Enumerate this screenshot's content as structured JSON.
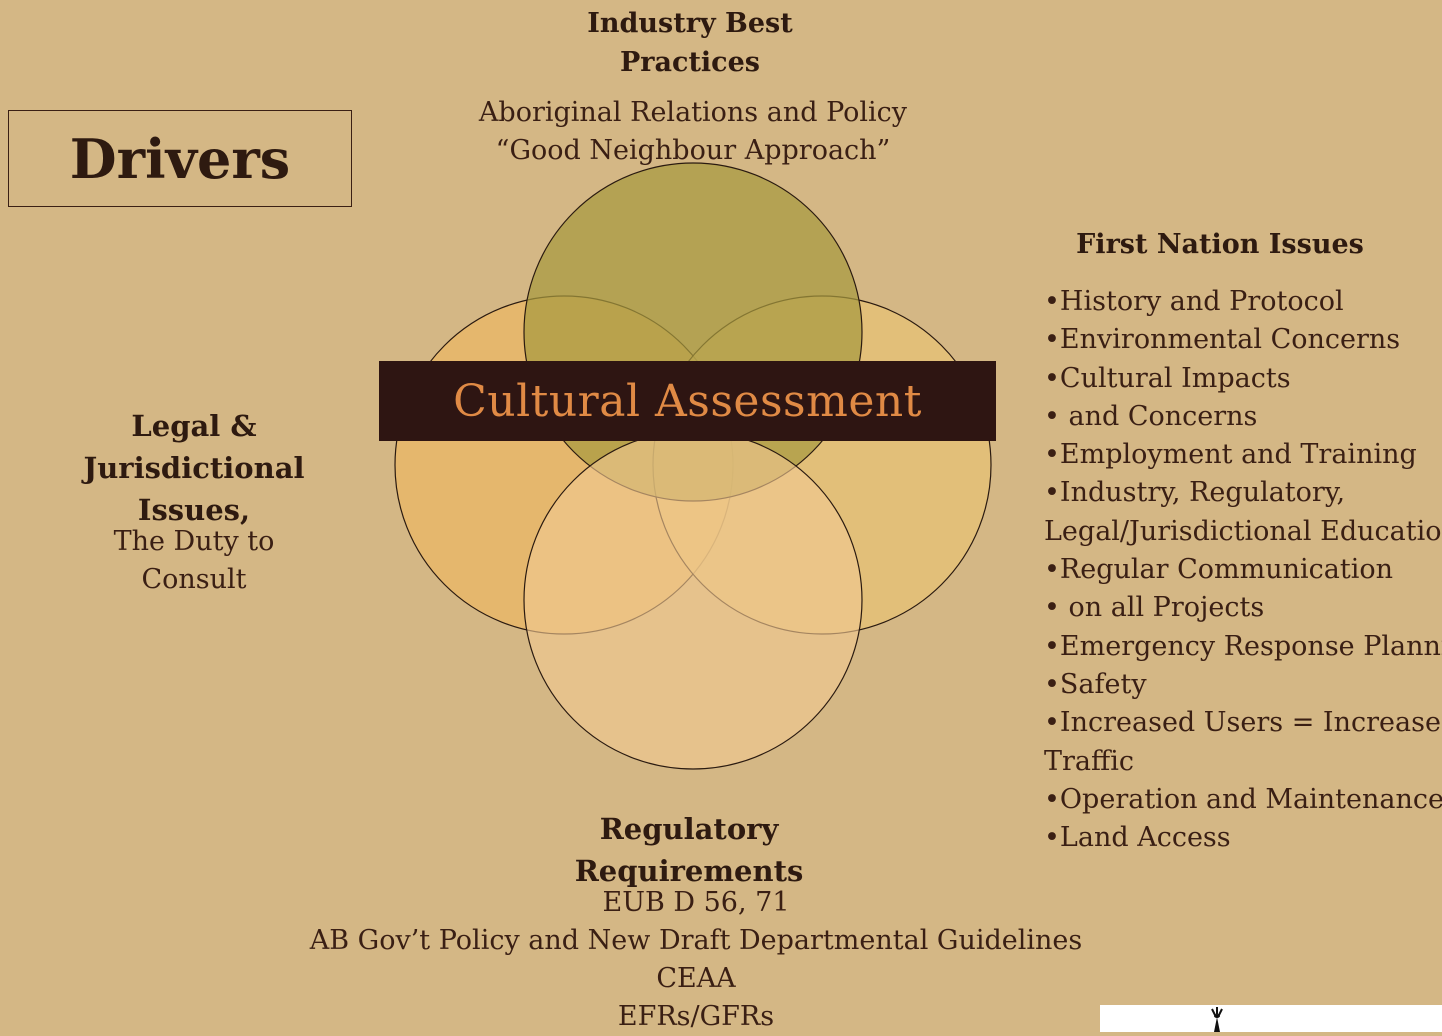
{
  "drivers_label": "Drivers",
  "industry_best_practices": {
    "title_lines": [
      "Industry Best",
      "Practices"
    ],
    "lines": [
      "Aboriginal Relations and Policy",
      "“Good Neighbour Approach”"
    ]
  },
  "legal": {
    "title_lines": [
      "Legal & Jurisdictional",
      "Issues,"
    ],
    "lines": [
      "The Duty to",
      "Consult"
    ]
  },
  "regulatory": {
    "title_lines": [
      "Regulatory",
      "Requirements"
    ],
    "lines": [
      "EUB D 56, 71",
      "AB Gov’t Policy and New Draft Departmental Guidelines",
      "CEAA",
      "EFRs/GFRs"
    ]
  },
  "first_nation": {
    "title": "First Nation Issues",
    "items": [
      "•History and Protocol",
      "•Environmental Concerns",
      "•Cultural  Impacts",
      "•  and Concerns",
      "•Employment and Training",
      "•Industry, Regulatory,",
      "Legal/Jurisdictional Education",
      "•Regular Communication",
      "•  on all Projects",
      "•Emergency Response Planning",
      "•Safety",
      "•Increased Users = Increased",
      "Traffic",
      "•Operation and Maintenance",
      "•Land Access"
    ]
  },
  "center_label": "Cultural Assessment",
  "colors": {
    "background": "#d4b785",
    "circle_top": "#a89a40",
    "circle_left": "#e7b76a",
    "circle_right": "#e8c274",
    "circle_bottom": "#e9c08c",
    "center_bar": "#2e1512",
    "center_text": "#e08a45"
  }
}
